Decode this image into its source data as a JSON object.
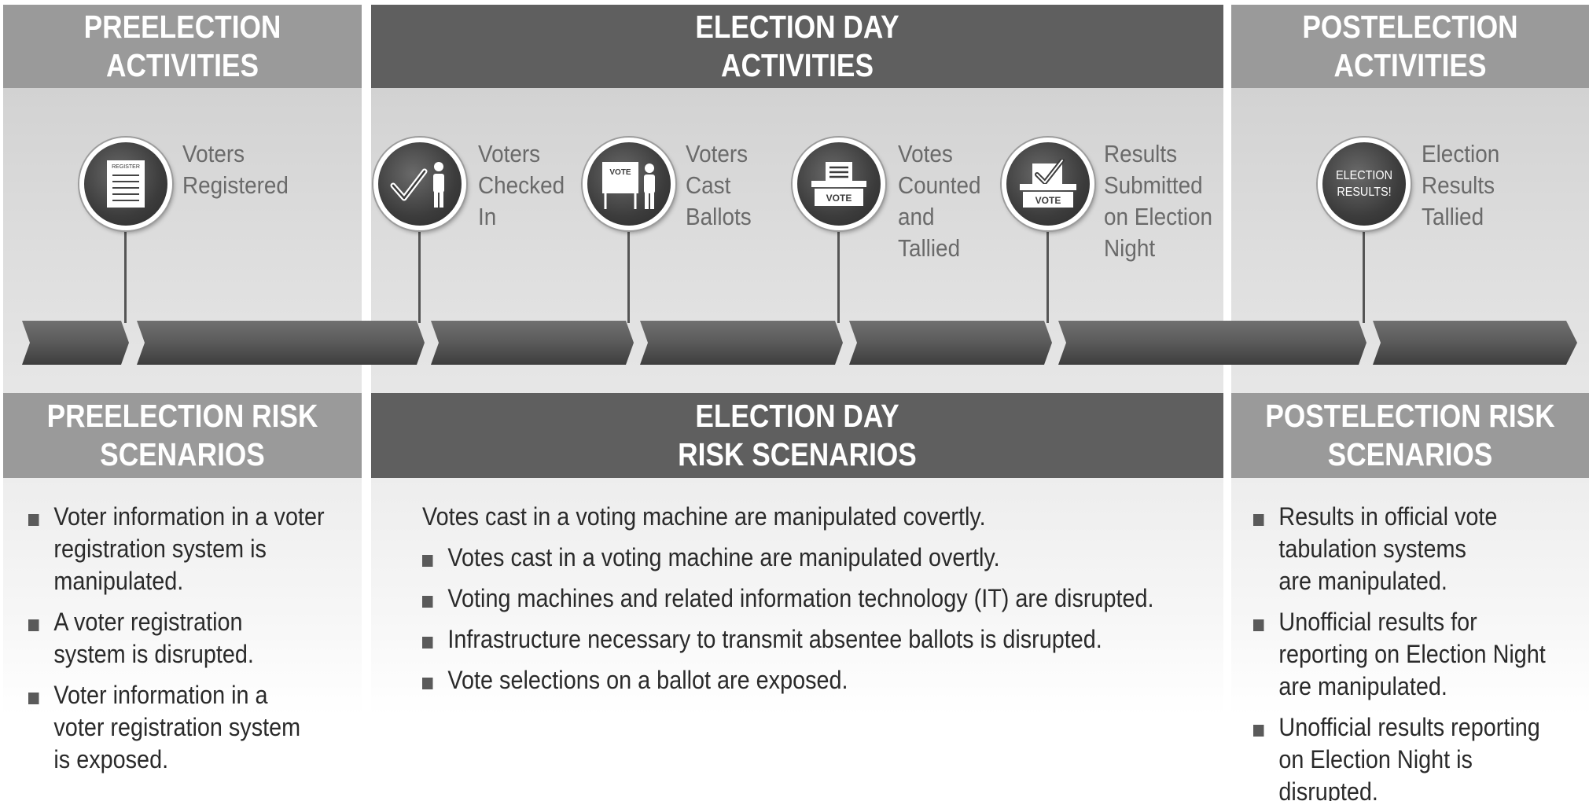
{
  "columns": {
    "pre": {
      "activities_title": [
        "PREELECTION",
        "ACTIVITIES"
      ],
      "risk_title": [
        "PREELECTION RISK",
        "SCENARIOS"
      ]
    },
    "day": {
      "activities_title": [
        "ELECTION DAY",
        "ACTIVITIES"
      ],
      "risk_title": [
        "ELECTION DAY",
        "RISK SCENARIOS"
      ]
    },
    "post": {
      "activities_title": [
        "POSTELECTION",
        "ACTIVITIES"
      ],
      "risk_title": [
        "POSTELECTION RISK",
        "SCENARIOS"
      ]
    }
  },
  "stages": [
    {
      "icon": "register-form-icon",
      "icon_text": "REGISTER",
      "label": [
        "Voters",
        "Registered"
      ]
    },
    {
      "icon": "checkmark-person-icon",
      "label": [
        "Voters",
        "Checked",
        "In"
      ]
    },
    {
      "icon": "voting-booth-icon",
      "icon_text": "VOTE",
      "label": [
        "Voters",
        "Cast",
        "Ballots"
      ]
    },
    {
      "icon": "ballot-box-icon",
      "icon_text": "VOTE",
      "label": [
        "Votes",
        "Counted",
        "and",
        "Tallied"
      ]
    },
    {
      "icon": "ballot-box-check-icon",
      "icon_text": "VOTE",
      "label": [
        "Results",
        "Submitted",
        "on Election",
        "Night"
      ]
    },
    {
      "icon": "election-results-icon",
      "icon_text": [
        "ELECTION",
        "RESULTS!"
      ],
      "label": [
        "Election",
        "Results",
        "Tallied"
      ]
    }
  ],
  "risks": {
    "pre": [
      [
        "Voter information in a voter",
        "registration system is",
        "manipulated."
      ],
      [
        "A voter registration",
        "system is disrupted."
      ],
      [
        "Voter information in a",
        "voter registration system",
        "is exposed."
      ]
    ],
    "day_lead": "Votes cast in a voting machine are manipulated covertly.",
    "day": [
      "Votes cast in a voting machine are manipulated overtly.",
      "Voting machines and related information technology (IT) are disrupted.",
      "Infrastructure necessary to transmit absentee ballots is disrupted.",
      "Vote selections on a ballot are exposed."
    ],
    "post": [
      [
        "Results in official vote",
        "tabulation systems",
        "are manipulated."
      ],
      [
        "Unofficial results for",
        "reporting on Election Night",
        "are manipulated."
      ],
      [
        "Unofficial results reporting",
        "on Election Night is",
        "disrupted."
      ]
    ]
  },
  "colors": {
    "header_light": "#9a9a9a",
    "header_dark": "#5f5f5f",
    "circle": "#3c3c3c",
    "chevron": "#555555"
  }
}
